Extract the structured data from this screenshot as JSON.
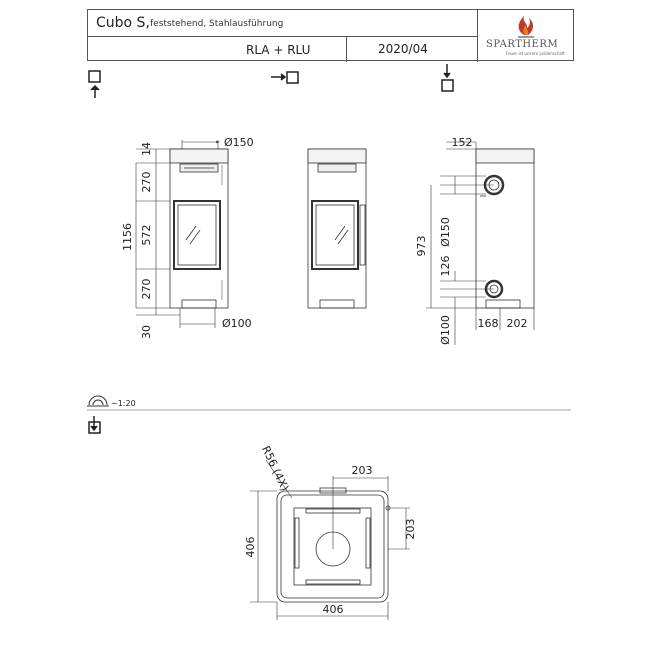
{
  "header": {
    "product": "Cubo S,",
    "subtitle": "feststehend, Stahlausführung",
    "version": "RLA + RLU",
    "date": "2020/04",
    "brand": "SPARTHERM",
    "brand_tagline": "Feuer ist unsere Leidenschaft"
  },
  "views": {
    "front": {
      "dims": {
        "top_band": "14",
        "upper": "270",
        "glass": "572",
        "lower": "270",
        "total_height": "1156",
        "foot": "30",
        "flue_top": "Ø150",
        "air_bottom": "Ø100"
      }
    },
    "back": {
      "dims": {
        "top_offset": "152",
        "flue_height": "973",
        "flue_dia": "Ø150",
        "air_height": "126",
        "air_dia": "Ø100",
        "air_x1": "168",
        "air_x2": "202"
      }
    },
    "scale": "~1:20",
    "plan": {
      "radius": "R56 (4X)",
      "center_x": "203",
      "center_y": "203",
      "width": "406",
      "depth": "406"
    }
  }
}
